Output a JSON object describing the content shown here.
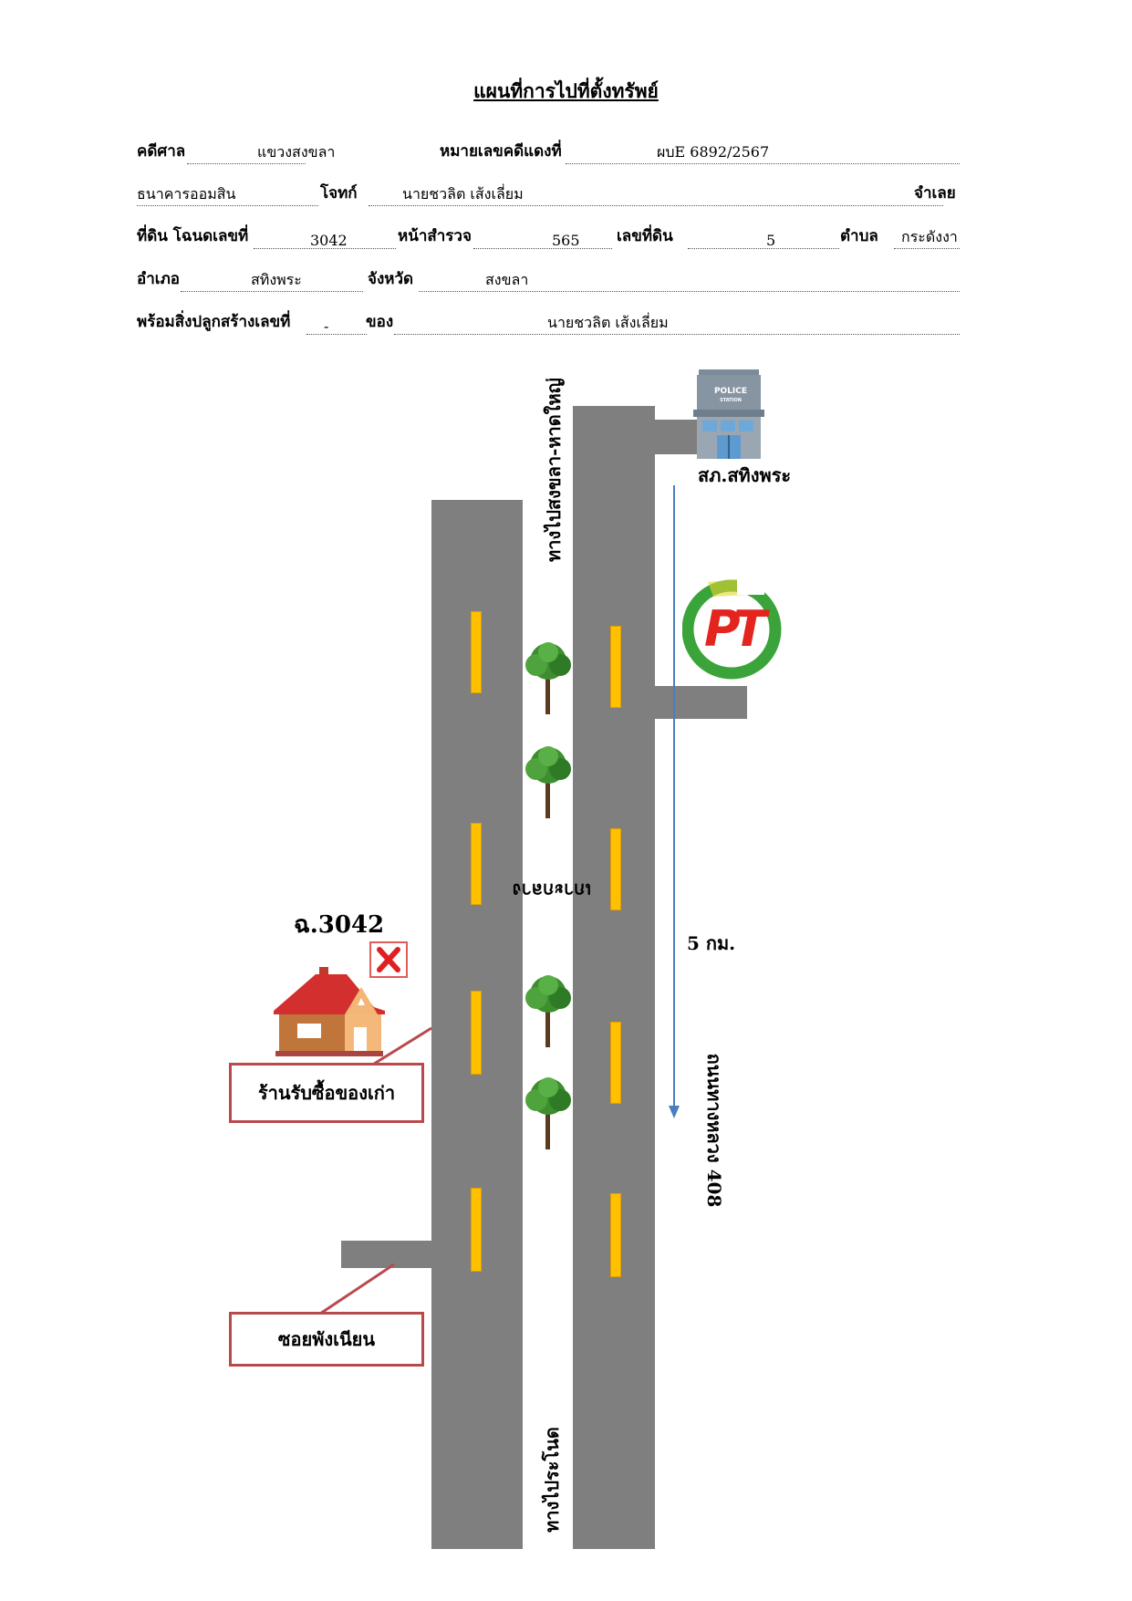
{
  "title": "แผนที่การไปที่ตั้งทรัพย์",
  "form": {
    "court_label": "คดีศาล",
    "court_value": "แขวงสงขลา",
    "red_case_label": "หมายเลขคดีแดงที่",
    "red_case_value": "ผบE 6892/2567",
    "plaintiff_value": "ธนาคารออมสิน",
    "plaintiff_label": "โจทก์",
    "defendant_value": "นายชวลิต เส้งเลี่ยม",
    "defendant_label": "จำเลย",
    "land_label": "ที่ดิน โฉนดเลขที่",
    "land_value": "3042",
    "survey_label": "หน้าสำรวจ",
    "survey_value": "565",
    "parcel_label": "เลขที่ดิน",
    "parcel_value": "5",
    "tambon_label": "ตำบล",
    "tambon_value": "กระดังงา",
    "amphoe_label": "อำเภอ",
    "amphoe_value": "สทิงพระ",
    "province_label": "จังหวัด",
    "province_value": "สงขลา",
    "building_label": "พร้อมสิ่งปลูกสร้างเลขที่",
    "building_value": "-",
    "owner_label": "ของ",
    "owner_value": "นายชวลิต เส้งเลี่ยม"
  },
  "map": {
    "to_north": "ทางไปสงขลา-หาดใหญ่",
    "to_south": "ทางไประโนด",
    "median_label": "เกาะกลาง",
    "highway_label": "ถนนทางหลวง 408",
    "distance": "5 กม.",
    "police_name": "สภ.สทิงพระ",
    "police_sign_1": "POLICE",
    "police_sign_2": "STATION",
    "gas_logo": "PT",
    "deed_label": "ฉ.3042",
    "shop_label": "ร้านรับซื้อของเก่า",
    "soi_label": "ซอยพังเนียน",
    "colors": {
      "road": "#7f7f7f",
      "lane_marker": "#ffc000",
      "callout_border": "#b94a4c",
      "arrow": "#4a7ec0"
    }
  }
}
